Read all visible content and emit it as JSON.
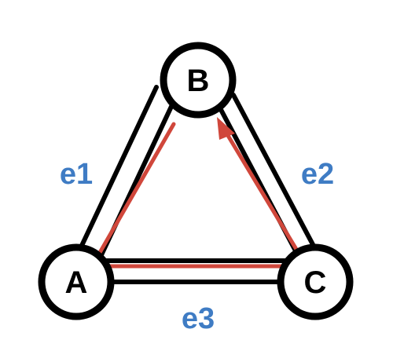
{
  "colors": {
    "edge": "#000000",
    "path": "#d0473b",
    "edge_label": "#3f7cc4",
    "node_fill": "#ffffff",
    "node_stroke": "#000000"
  },
  "nodes": {
    "a": {
      "label": "A"
    },
    "b": {
      "label": "B"
    },
    "c": {
      "label": "C"
    }
  },
  "edges": {
    "e1": {
      "label": "e1",
      "from": "A",
      "to": "B"
    },
    "e2": {
      "label": "e2",
      "from": "B",
      "to": "C"
    },
    "e3": {
      "label": "e3",
      "from": "A",
      "to": "C"
    }
  },
  "path": {
    "sequence": [
      "B",
      "A",
      "C",
      "B"
    ],
    "arrow_at": "B"
  }
}
